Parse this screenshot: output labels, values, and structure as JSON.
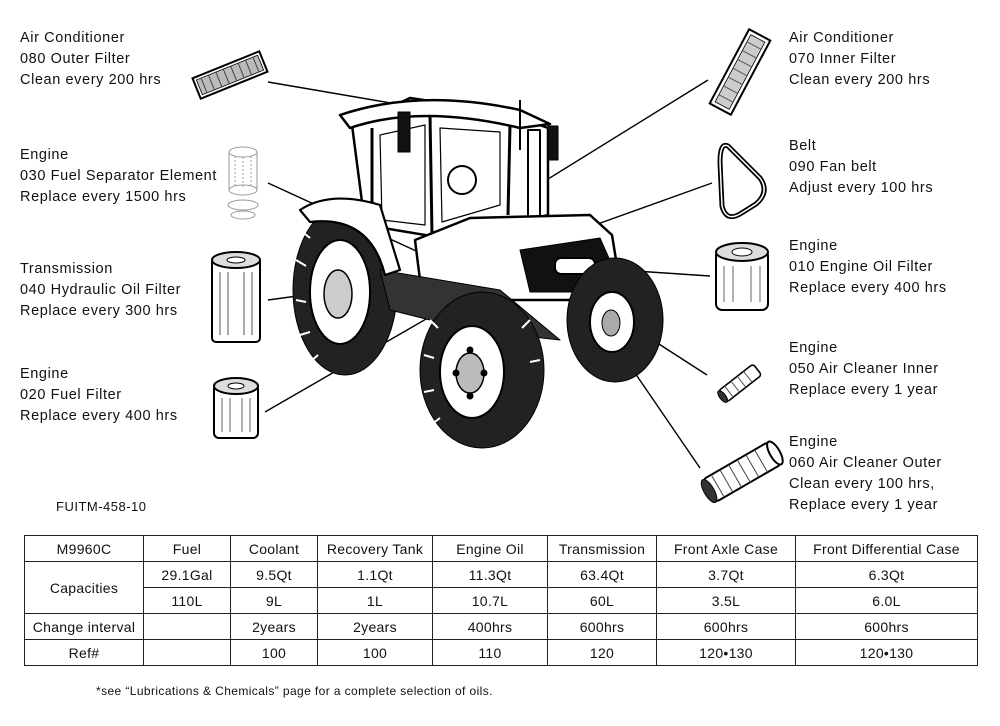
{
  "callouts": {
    "c080": {
      "line1": "Air Conditioner",
      "line2": "080 Outer Filter",
      "line3": "Clean every 200 hrs"
    },
    "c070": {
      "line1": "Air Conditioner",
      "line2": "070 Inner Filter",
      "line3": "Clean every 200 hrs"
    },
    "c030": {
      "line1": "Engine",
      "line2": "030 Fuel Separator Element",
      "line3": "Replace every 1500 hrs"
    },
    "c090": {
      "line1": "Belt",
      "line2": "090 Fan belt",
      "line3": "Adjust every 100 hrs"
    },
    "c040": {
      "line1": "Transmission",
      "line2": "040 Hydraulic Oil Filter",
      "line3": "Replace every 300 hrs"
    },
    "c010": {
      "line1": "Engine",
      "line2": "010 Engine Oil Filter",
      "line3": "Replace every 400 hrs"
    },
    "c020": {
      "line1": "Engine",
      "line2": "020 Fuel Filter",
      "line3": "Replace every 400 hrs"
    },
    "c050": {
      "line1": "Engine",
      "line2": "050 Air Cleaner Inner",
      "line3": "Replace every 1 year"
    },
    "c060": {
      "line1": "Engine",
      "line2": "060 Air Cleaner Outer",
      "line3": "Clean every 100 hrs,",
      "line4": "Replace every 1 year"
    }
  },
  "figure_code": "FUITM-458-10",
  "table": {
    "model": "M9960C",
    "headers": [
      "Fuel",
      "Coolant",
      "Recovery Tank",
      "Engine Oil",
      "Transmission",
      "Front Axle Case",
      "Front Differential Case"
    ],
    "capacities_label": "Capacities",
    "capacities_us": [
      "29.1Gal",
      "9.5Qt",
      "1.1Qt",
      "11.3Qt",
      "63.4Qt",
      "3.7Qt",
      "6.3Qt"
    ],
    "capacities_metric": [
      "110L",
      "9L",
      "1L",
      "10.7L",
      "60L",
      "3.5L",
      "6.0L"
    ],
    "interval_label": "Change interval",
    "interval": [
      "",
      "2years",
      "2years",
      "400hrs",
      "600hrs",
      "600hrs",
      "600hrs"
    ],
    "ref_label": "Ref#",
    "ref": [
      "",
      "100",
      "100",
      "110",
      "120",
      "120•130",
      "120•130"
    ]
  },
  "footnote": "*see “Lubrications & Chemicals” page for a complete selection of oils."
}
